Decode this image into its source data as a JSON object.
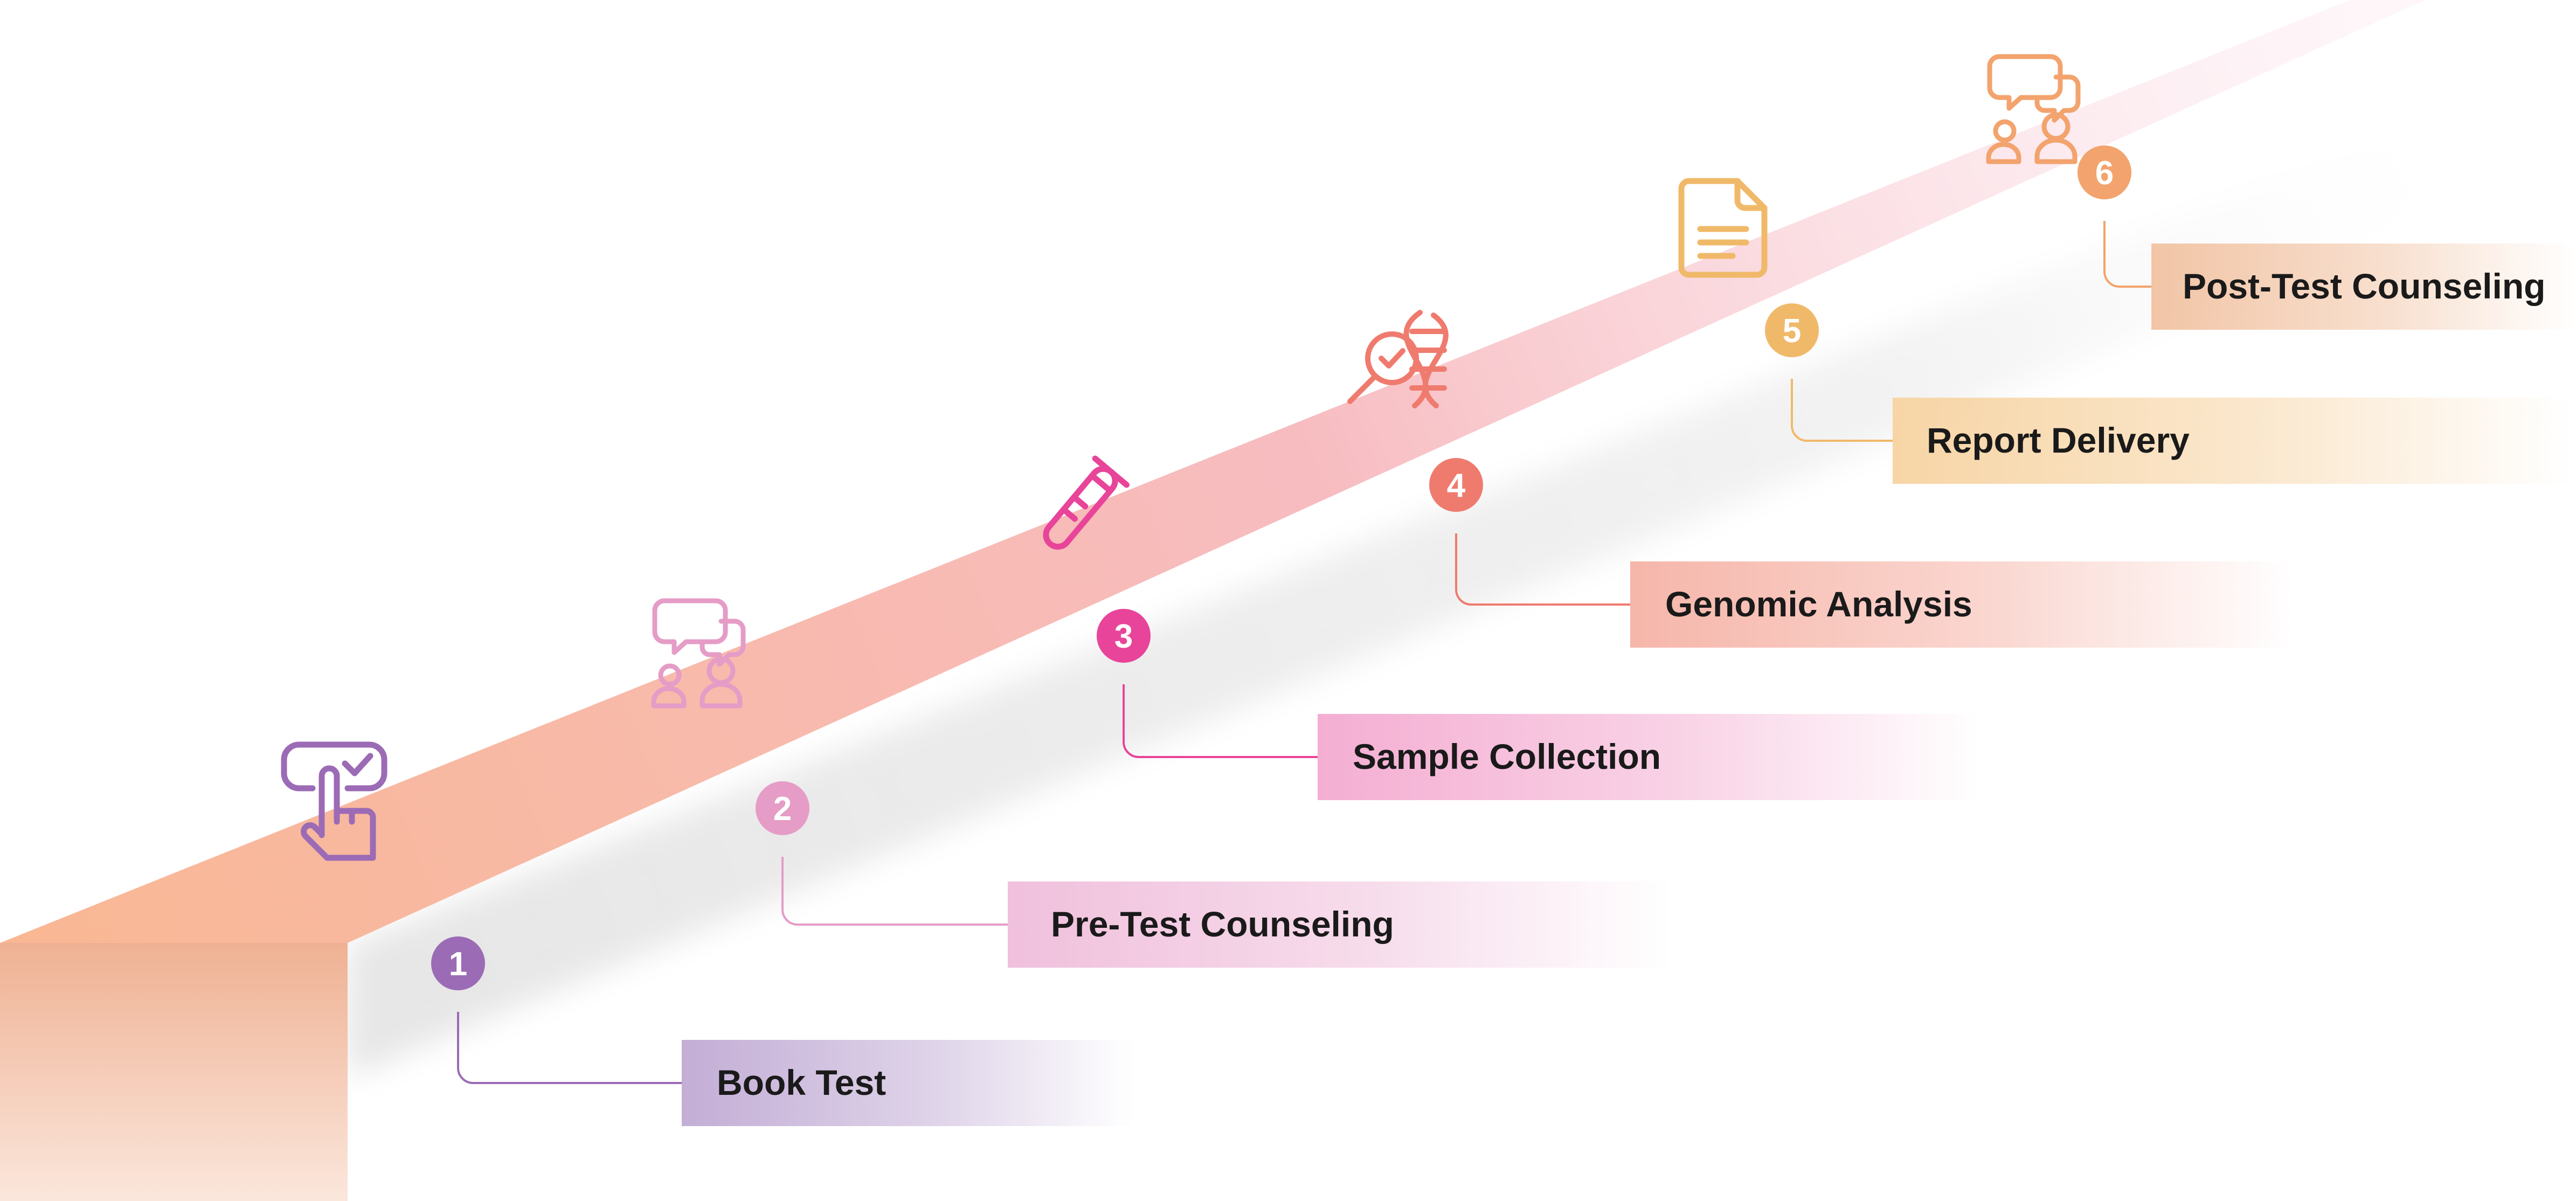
{
  "steps": [
    {
      "number": "1",
      "label": "Book Test",
      "icon": "hand-checkbox-icon",
      "color": "#9b6bb5",
      "band": "#c3aed6"
    },
    {
      "number": "2",
      "label": "Pre-Test Counseling",
      "icon": "counseling-icon",
      "color": "#e59cc6",
      "band": "#f0c0dc"
    },
    {
      "number": "3",
      "label": "Sample Collection",
      "icon": "test-tube-icon",
      "color": "#e8449a",
      "band": "#f4aed2"
    },
    {
      "number": "4",
      "label": "Genomic Analysis",
      "icon": "dna-magnifier-icon",
      "color": "#ef7b6e",
      "band": "#f6b6aa"
    },
    {
      "number": "5",
      "label": "Report Delivery",
      "icon": "document-icon",
      "color": "#f0b96a",
      "band": "#f7d5a6"
    },
    {
      "number": "6",
      "label": "Post-Test Counseling",
      "icon": "counseling-icon",
      "color": "#f3a36d",
      "band": "#f2c5a6"
    }
  ],
  "colors": {
    "ramp_start": "#f9b793",
    "ramp_end": "#f8cfe0",
    "pillar": "#efb193",
    "shadow": "#e2e2e2"
  }
}
